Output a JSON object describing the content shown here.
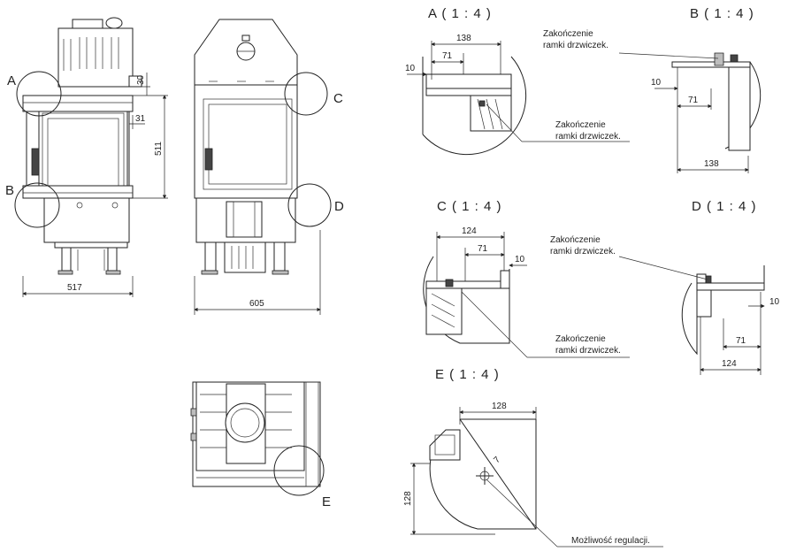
{
  "labels": {
    "A": "A",
    "B": "B",
    "C": "C",
    "D": "D",
    "E": "E"
  },
  "dimensions": {
    "front_width": "517",
    "side_width": "605",
    "height": "511",
    "top_offset": "30",
    "frame_depth": "31"
  },
  "details": {
    "A": {
      "title": "A ( 1 : 4 )",
      "dims": [
        "138",
        "71",
        "10"
      ],
      "note": [
        "Zakończenie",
        "ramki drzwiczek."
      ]
    },
    "B": {
      "title": "B ( 1 : 4 )",
      "dims": [
        "10",
        "71",
        "138"
      ],
      "note": [
        "Zakończenie",
        "ramki drzwiczek."
      ]
    },
    "C": {
      "title": "C ( 1 : 4 )",
      "dims": [
        "124",
        "71",
        "10"
      ],
      "note": [
        "Zakończenie",
        "ramki drzwiczek."
      ]
    },
    "D": {
      "title": "D ( 1 : 4 )",
      "dims": [
        "10",
        "71",
        "124"
      ],
      "note": [
        "Zakończenie",
        "ramki drzwiczek."
      ]
    },
    "E": {
      "title": "E ( 1 : 4 )",
      "dims": [
        "128",
        "128",
        "7"
      ],
      "note": [
        "Możliwość regulacji."
      ]
    }
  },
  "icons": [
    "arrow-icon",
    "adjustment-cross-icon"
  ]
}
